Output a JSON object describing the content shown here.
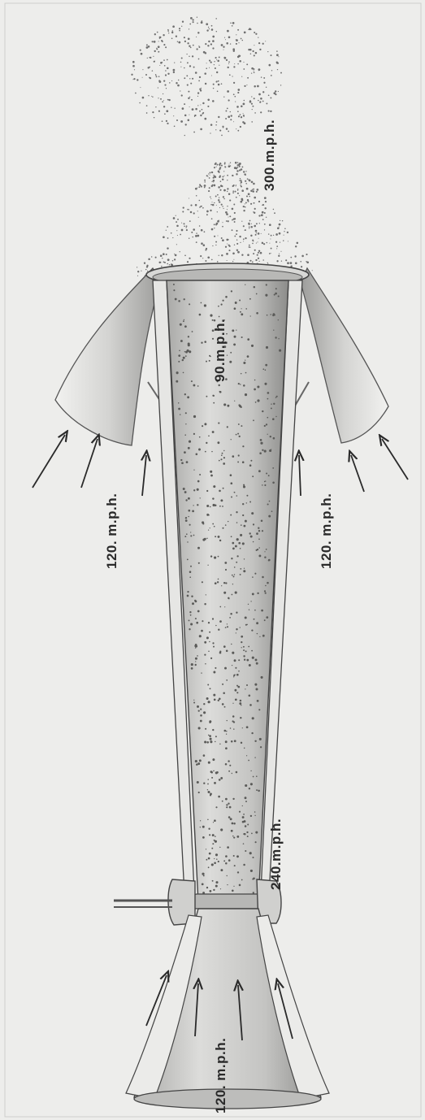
{
  "labels": {
    "exhaust_speed": "300.m.p.h.",
    "tube_speed": "90.m.p.h.",
    "throat_speed": "240.m.p.h.",
    "side_intake_left": "120. m.p.h.",
    "side_intake_right": "120. m.p.h.",
    "bottom_intake": "120. m.p.h."
  },
  "colors": {
    "paper": "#ededeb",
    "metal_light": "#e4e4e2",
    "metal_mid": "#c9c9c7",
    "metal_dark": "#8a8a88",
    "ink": "#2a2a2a",
    "spray": "#6f6f6f"
  }
}
